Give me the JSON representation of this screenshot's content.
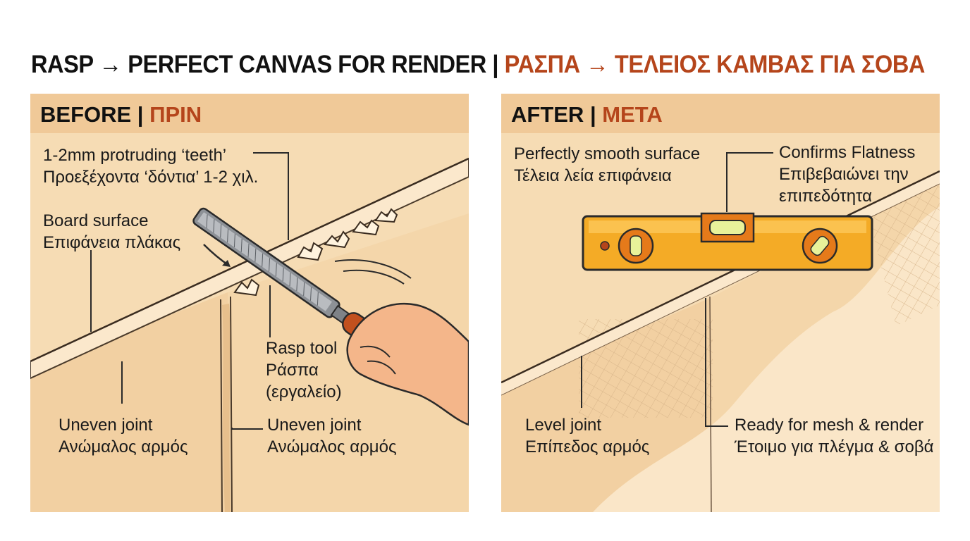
{
  "title": {
    "en": "RASP → PERFECT CANVAS FOR RENDER",
    "sep": " | ",
    "gr": "ΡΑΣΠΑ → ΤΕΛΕΙΟΣ ΚΑΜΒΑΣ ΓΙΑ ΣΟΒΑ"
  },
  "before": {
    "header_en": "BEFORE",
    "header_sep": " | ",
    "header_gr": "ΠΡΙΝ",
    "labels": {
      "teeth": {
        "en": "1-2mm protruding ‘teeth’",
        "gr": "Προεξέχοντα ‘δόντια’ 1-2 χιλ."
      },
      "board_surface": {
        "en": "Board surface",
        "gr": "Επιφάνεια πλάκας"
      },
      "rasp_tool": {
        "en": "Rasp tool",
        "gr": "Ράσπα",
        "gr2": "(εργαλείο)"
      },
      "uneven_joint_left": {
        "en": "Uneven joint",
        "gr": "Ανώμαλος αρμός"
      },
      "uneven_joint_right": {
        "en": "Uneven joint",
        "gr": "Ανώμαλος αρμός"
      }
    }
  },
  "after": {
    "header_en": "AFTER",
    "header_sep": " | ",
    "header_gr": "ΜΕΤΑ",
    "labels": {
      "smooth": {
        "en": "Perfectly smooth surface",
        "gr": "Τέλεια λεία επιφάνεια"
      },
      "flatness": {
        "en": "Confirms Flatness",
        "gr": "Επιβεβαιώνει την",
        "gr2": "επιπεδότητα"
      },
      "level_joint": {
        "en": "Level joint",
        "gr": "Επίπεδος αρμός"
      },
      "ready": {
        "en": "Ready for mesh & render",
        "gr": "Έτοιμο για πλέγμα & σοβά"
      }
    }
  },
  "colors": {
    "board": "#f6dcb4",
    "header": "#f0c998",
    "accent": "#b5451b",
    "level_body": "#f4ab26",
    "handle": "#c2501e"
  }
}
